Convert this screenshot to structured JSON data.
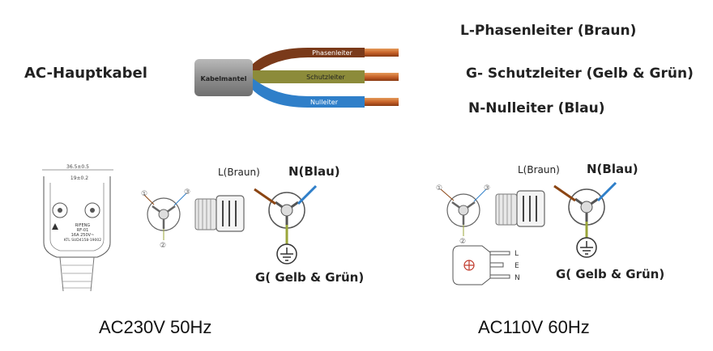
{
  "cable": {
    "main_label": "AC-Hauptkabel",
    "jacket_label": "Kabelmantel",
    "wire_phase": "Phasenleiter",
    "wire_earth": "Schutzleiter",
    "wire_neutral": "Nulleiter"
  },
  "legend": {
    "phase": "L-Phasenleiter (Braun)",
    "earth": "G- Schutzleiter (Gelb & Grün)",
    "neutral": "N-Nulleiter (Blau)"
  },
  "left": {
    "dim_top": "36.5±0.5",
    "dim_inner": "19±0.2",
    "plug_lines": [
      "RIFENG",
      "RF-01",
      "16A 250V~",
      "KTL SUD4158-19002"
    ],
    "label_l": "L(Braun)",
    "label_n": "N(Blau)",
    "label_g": "G( Gelb & Grün)",
    "caption": "AC230V 50Hz",
    "pin1": "①",
    "pin2": "②",
    "pin3": "③"
  },
  "right": {
    "label_l": "L(Braun)",
    "label_n": "N(Blau)",
    "label_g": "G( Gelb & Grün)",
    "caption": "AC110V 60Hz",
    "pin1": "①",
    "pin2": "②",
    "pin3": "③",
    "plug_L": "L",
    "plug_E": "E",
    "plug_N": "N"
  },
  "colors": {
    "brown": "#8b4513",
    "yellow_green": "#9aa63a",
    "blue": "#2f7fc9",
    "jacket": "#9a9a9a",
    "copper": "#c8632a"
  }
}
